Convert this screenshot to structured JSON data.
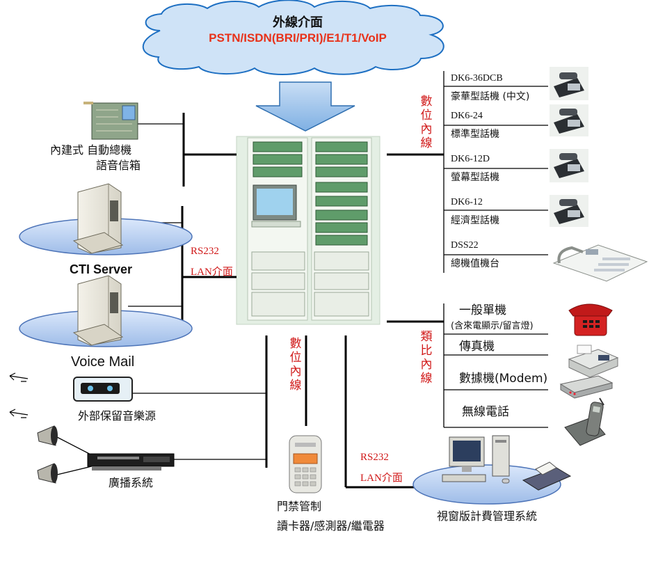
{
  "cloud": {
    "title": "外線介面",
    "subtitle": "PSTN/ISDN(BRI/PRI)/E1/T1/VoIP"
  },
  "left_devices": {
    "voice_card_line1": "內建式 自動總機",
    "voice_card_line2": "語音信箱",
    "cti_server": "CTI Server",
    "voice_mail": "Voice Mail",
    "music_source": "外部保留音樂源",
    "broadcast": "廣播系統"
  },
  "interfaces": {
    "rs232_left": "RS232",
    "lan_left": "LAN介面",
    "rs232_bottom": "RS232",
    "lan_bottom": "LAN介面"
  },
  "vertical_labels": {
    "digital_ext_right": [
      "數",
      "位",
      "內",
      "線"
    ],
    "analog_ext_right": [
      "類",
      "比",
      "內",
      "線"
    ],
    "digital_ext_bottom": [
      "數",
      "位",
      "內",
      "線"
    ]
  },
  "digital_phones": [
    {
      "model": "DK6-36DCB",
      "desc": "豪華型話機 (中文)"
    },
    {
      "model": "DK6-24",
      "desc": "標準型話機"
    },
    {
      "model": "DK6-12D",
      "desc": "螢幕型話機"
    },
    {
      "model": "DK6-12",
      "desc": "經濟型話機"
    },
    {
      "model": "DSS22",
      "desc": "總機值機台"
    }
  ],
  "analog_devices": [
    {
      "label": "一般單機",
      "sub": "(含來電顯示/留言燈)"
    },
    {
      "label": "傳真機",
      "sub": ""
    },
    {
      "label": "數據機(Modem)",
      "sub": ""
    },
    {
      "label": "無線電話",
      "sub": ""
    }
  ],
  "bottom_devices": {
    "door_access_line1": "門禁管制",
    "door_access_line2": "讀卡器/感測器/繼電器",
    "billing_system": "視窗版計費管理系統"
  },
  "colors": {
    "cloud_fill": "#cfe3f7",
    "cloud_stroke": "#1d6fc2",
    "arrow_fill": "#9cc3ea",
    "arrow_stroke": "#2f6fb0",
    "red_text": "#d01818",
    "platform_fill": "#b7cff0",
    "rack_bg": "#e4efe4"
  }
}
